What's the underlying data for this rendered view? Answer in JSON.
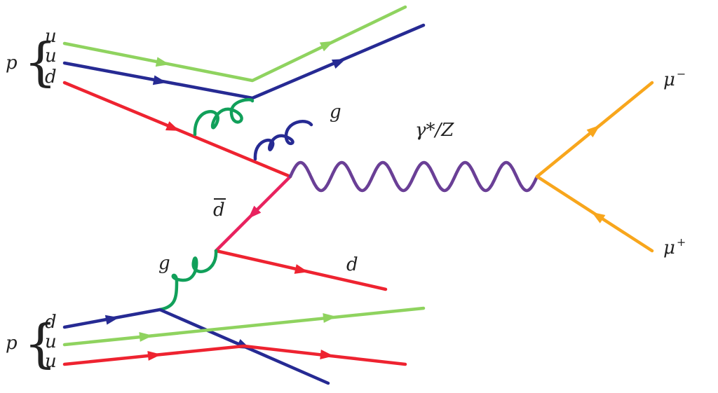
{
  "colors": {
    "green_quark": "#8fd35f",
    "blue_quark": "#262a93",
    "red_quark": "#ee2330",
    "gluon": "#11a05a",
    "antiquark": "#e8225e",
    "boson": "#6a3f96",
    "muon": "#f8a61c"
  },
  "labels": {
    "proton_top": "p",
    "proton_bottom": "p",
    "top_quarks": [
      "u",
      "u",
      "d"
    ],
    "bottom_quarks": [
      "d",
      "u",
      "u"
    ],
    "gluon_top": "g",
    "gluon_bottom": "g",
    "antiquark": "d",
    "outgoing_quark": "d",
    "boson": "γ*/Z",
    "muon_minus": "μ",
    "muon_minus_charge": "−",
    "muon_plus": "μ",
    "muon_plus_charge": "+"
  }
}
